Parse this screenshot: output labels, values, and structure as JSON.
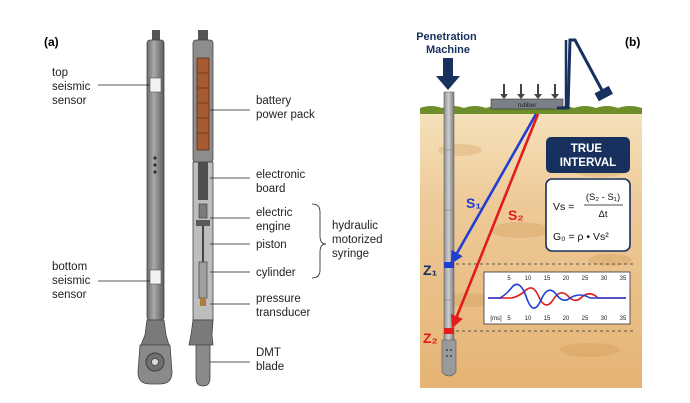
{
  "panel_a": {
    "label": "(a)",
    "labels": {
      "top_sensor": [
        "top",
        "seismic",
        "sensor"
      ],
      "bottom_sensor": [
        "bottom",
        "seismic",
        "sensor"
      ],
      "battery": [
        "battery",
        "power pack"
      ],
      "electronic_board": [
        "electronic",
        "board"
      ],
      "electric_engine": [
        "electric",
        "engine"
      ],
      "piston": "piston",
      "cylinder": "cylinder",
      "hydraulic": [
        "hydraulic",
        "motorized",
        "syringe"
      ],
      "pressure": [
        "pressure",
        "transducer"
      ],
      "dmt": [
        "DMT",
        "blade"
      ]
    }
  },
  "panel_b": {
    "label": "(b)",
    "machine": [
      "Penetration",
      "Machine"
    ],
    "rubber": "rubber",
    "true_interval": [
      "TRUE",
      "INTERVAL"
    ],
    "formula": {
      "vs_lhs": "Vs =",
      "vs_num": "(S₂ - S₁)",
      "vs_den": "Δt",
      "g0": "G₀ = ρ • Vs²"
    },
    "s1": "S₁",
    "s2": "S₂",
    "z1": "Z₁",
    "z2": "Z₂",
    "waveform": {
      "top_ticks": [
        "5",
        "10",
        "15",
        "20",
        "25",
        "30",
        "35"
      ],
      "bottom_ticks": [
        "5",
        "10",
        "15",
        "20",
        "25",
        "30",
        "35"
      ],
      "unit": "[ms]"
    },
    "colors": {
      "navy": "#17305e",
      "red": "#e21b1b",
      "blue": "#1f3fd1",
      "soil_top": "#f3dcae",
      "soil_bottom": "#e7b877",
      "grass": "#6e8e2a"
    }
  }
}
